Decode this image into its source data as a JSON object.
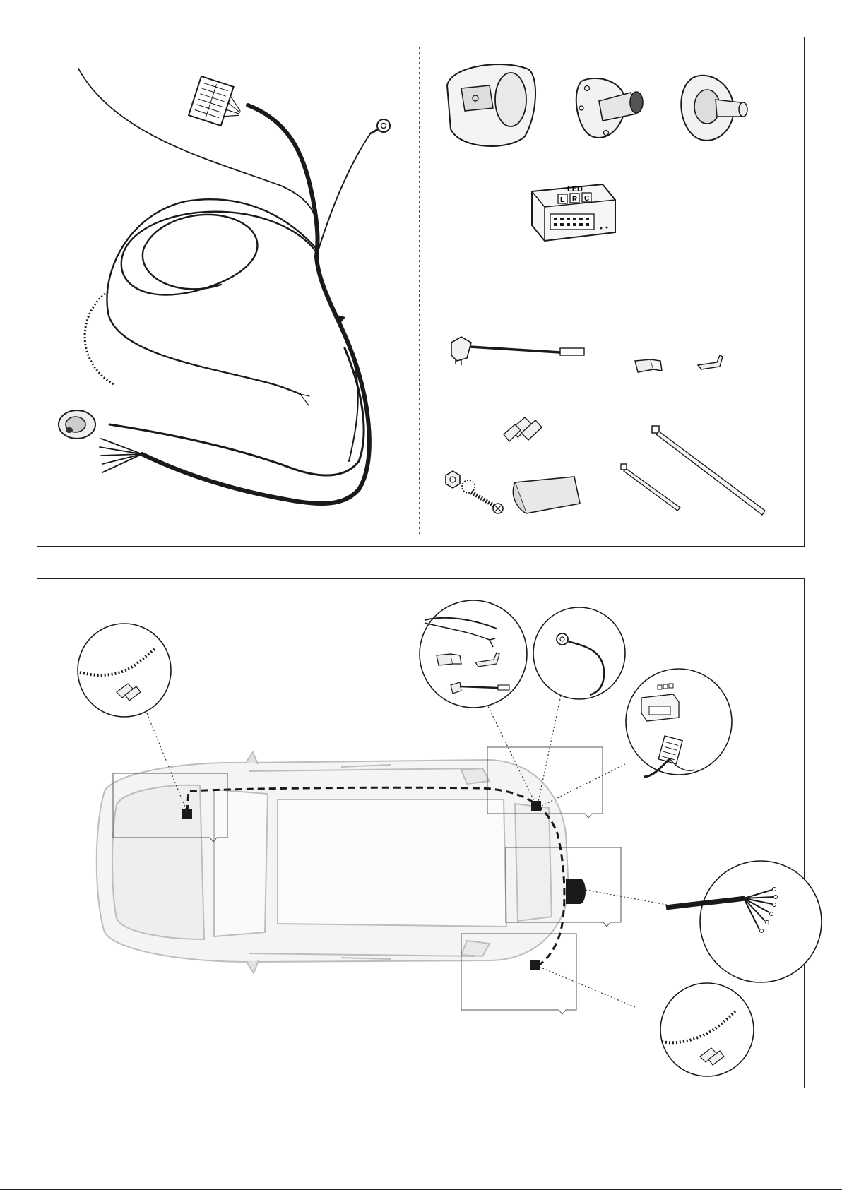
{
  "labels": {
    "led_module_text": "LED",
    "led_module_symbols": [
      "L",
      "R",
      "C"
    ]
  },
  "colors": {
    "line": "#1a1a1a",
    "car_outline": "#bdbdbd",
    "car_fill": "#f2f2f2",
    "callout_box": "#555555"
  }
}
